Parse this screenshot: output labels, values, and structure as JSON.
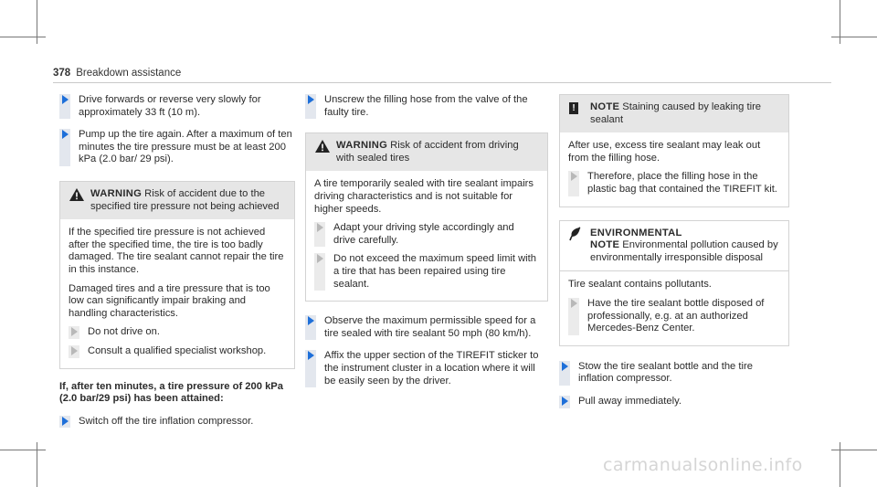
{
  "header": {
    "page_number": "378",
    "section": "Breakdown assistance"
  },
  "col1": {
    "steps": [
      "Drive forwards or reverse very slowly for approximately 33 ft (10 m).",
      "Pump up the tire again. After a maximum of ten minutes the tire pressure must be at least 200 kPa (2.0 bar/ 29 psi)."
    ],
    "warning": {
      "label": "WARNING",
      "title": "Risk of accident due to the specified tire pressure not being achieved",
      "para1": "If the specified tire pressure is not achieved after the specified time, the tire is too badly damaged. The tire sealant cannot repair the tire in this instance.",
      "para2": "Damaged tires and a tire pressure that is too low can significantly impair braking and handling characteristics.",
      "steps": [
        "Do not drive on.",
        "Consult a qualified specialist workshop."
      ]
    },
    "heading": "If, after ten minutes, a tire pressure of 200 kPa (2.0 bar/29 psi) has been attained:",
    "after_step": "Switch off the tire inflation compressor."
  },
  "col2": {
    "step1": "Unscrew the filling hose from the valve of the faulty tire.",
    "warning": {
      "label": "WARNING",
      "title": "Risk of accident from driving with sealed tires",
      "para": "A tire temporarily sealed with tire sealant impairs driving characteristics and is not suitable for higher speeds.",
      "steps": [
        "Adapt your driving style accordingly and drive carefully.",
        "Do not exceed the maximum speed limit with a tire that has been repaired using tire sealant."
      ]
    },
    "steps": [
      "Observe the maximum permissible speed for a tire sealed with tire sealant 50 mph (80 km/h).",
      "Affix the upper section of the TIREFIT sticker to the instrument cluster in a location where it will be easily seen by the driver."
    ]
  },
  "col3": {
    "note": {
      "icon_text": "!",
      "label": "NOTE",
      "title": "Staining caused by leaking tire sealant",
      "para": "After use, excess tire sealant may leak out from the filling hose.",
      "step": "Therefore, place the filling hose in the plastic bag that contained the TIREFIT kit."
    },
    "env": {
      "label": "ENVIRONMENTAL NOTE",
      "title": "Environmental pollution caused by environmentally irresponsible disposal",
      "para": "Tire sealant contains pollutants.",
      "step": "Have the tire sealant bottle disposed of professionally, e.g. at an authorized Mercedes-Benz Center."
    },
    "steps": [
      "Stow the tire sealant bottle and the tire inflation compressor.",
      "Pull away immediately."
    ]
  },
  "watermark": "carmanualsonline.info",
  "colors": {
    "arrow": "#1e6fd9",
    "box_header": "#e6e6e6",
    "step_bar": "#e3e7ee"
  }
}
